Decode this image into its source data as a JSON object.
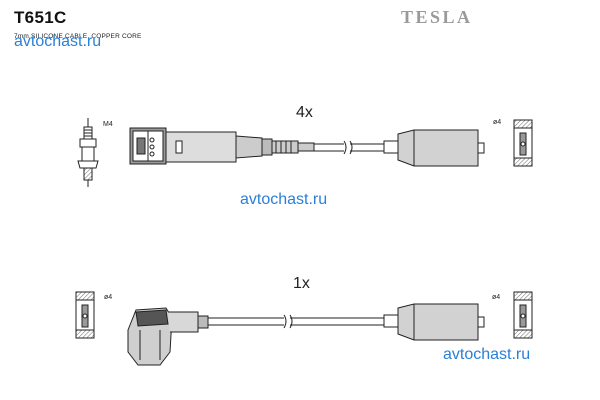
{
  "header": {
    "part_number": "T651C",
    "subtitle": "7mm SILICONE CABLE, COPPER CORE",
    "brand": "TESLA"
  },
  "watermarks": [
    "avtochast.ru",
    "avtochast.ru",
    "avtochast.ru"
  ],
  "cables": [
    {
      "quantity": "4x",
      "end_a": "spark plug boot",
      "end_b": "straight boot"
    },
    {
      "quantity": "1x",
      "end_a": "angled boot",
      "end_b": "straight boot"
    }
  ],
  "labels": {
    "thread": "M4",
    "diameter_1": "ø4",
    "diameter_2": "ø4",
    "diameter_3": "ø4"
  },
  "icons": [
    "spark-plug-icon",
    "terminal-icon"
  ]
}
